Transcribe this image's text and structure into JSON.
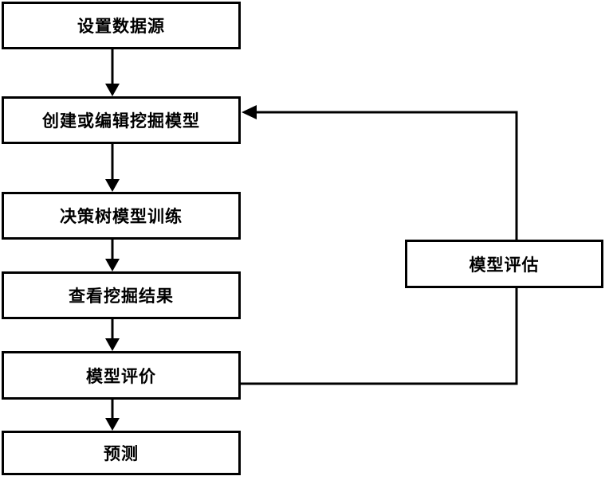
{
  "diagram": {
    "type": "flowchart",
    "background_color": "#ffffff",
    "line_color": "#000000",
    "box_fill": "#ffffff",
    "nodes": {
      "set_data_source": {
        "label": "设置数据源"
      },
      "create_edit_model": {
        "label": "创建或编辑挖掘模型"
      },
      "decision_tree_training": {
        "label": "决策树模型训练"
      },
      "view_mining_results": {
        "label": "查看挖掘结果"
      },
      "model_evaluation": {
        "label": "模型评价"
      },
      "prediction": {
        "label": "预测"
      },
      "model_assessment": {
        "label": "模型评估"
      }
    },
    "edges": [
      {
        "from": "设置数据源",
        "to": "创建或编辑挖掘模型",
        "style": "arrow"
      },
      {
        "from": "创建或编辑挖掘模型",
        "to": "决策树模型训练",
        "style": "arrow"
      },
      {
        "from": "决策树模型训练",
        "to": "查看挖掘结果",
        "style": "arrow"
      },
      {
        "from": "查看挖掘结果",
        "to": "模型评价",
        "style": "arrow"
      },
      {
        "from": "模型评价",
        "to": "预测",
        "style": "arrow"
      },
      {
        "from": "模型评价",
        "to": "创建或编辑挖掘模型",
        "via": "模型评估",
        "style": "feedback-loop-arrow"
      }
    ]
  }
}
